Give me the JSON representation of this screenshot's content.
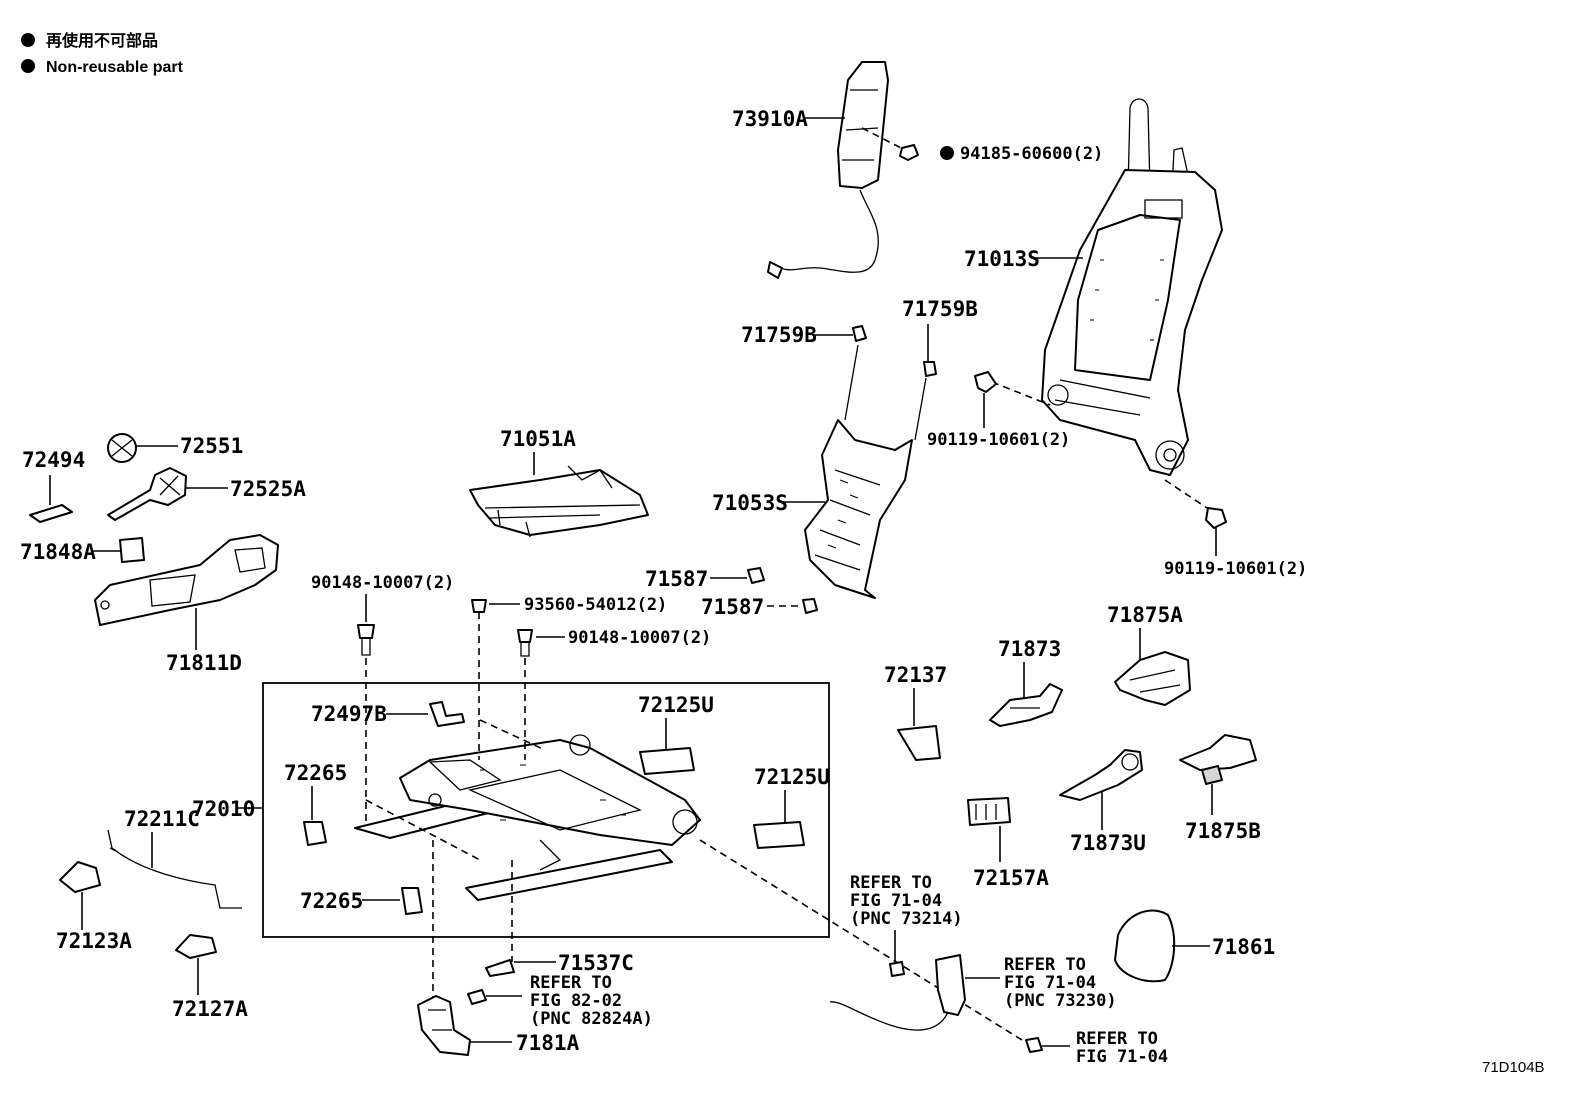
{
  "legend": {
    "ja": "再使用不可部品",
    "en": "Non-reusable part"
  },
  "figure_code": "71D104B",
  "parts": {
    "p73910A": "73910A",
    "p94185": "94185-60600(2)",
    "p71013S": "71013S",
    "p71759B_left": "71759B",
    "p71759B_right": "71759B",
    "p90119_upper": "90119-10601(2)",
    "p90119_lower": "90119-10601(2)",
    "p71053S": "71053S",
    "p71587_a": "71587",
    "p71587_b": "71587",
    "p72494": "72494",
    "p72551": "72551",
    "p72525A": "72525A",
    "p71848A": "71848A",
    "p71811D": "71811D",
    "p71051A": "71051A",
    "p90148_left": "90148-10007(2)",
    "p93560": "93560-54012(2)",
    "p90148_right": "90148-10007(2)",
    "p72497B": "72497B",
    "p72125U_a": "72125U",
    "p72125U_b": "72125U",
    "p72265_a": "72265",
    "p72265_b": "72265",
    "p72010": "72010",
    "p72211C": "72211C",
    "p72123A": "72123A",
    "p72127A": "72127A",
    "p72137": "72137",
    "p71873": "71873",
    "p71875A": "71875A",
    "p71873U": "71873U",
    "p71875B": "71875B",
    "p72157A": "72157A",
    "p71861": "71861",
    "p71537C": "71537C",
    "p7181A": "7181A"
  },
  "refs": {
    "ref_73214": [
      "REFER TO",
      "FIG 71-04",
      "(PNC 73214)"
    ],
    "ref_73230": [
      "REFER TO",
      "FIG 71-04",
      "(PNC 73230)"
    ],
    "ref_82824A": [
      "REFER TO",
      "FIG 82-02",
      "(PNC 82824A)"
    ],
    "ref_7104": [
      "REFER TO",
      "FIG 71-04"
    ]
  }
}
